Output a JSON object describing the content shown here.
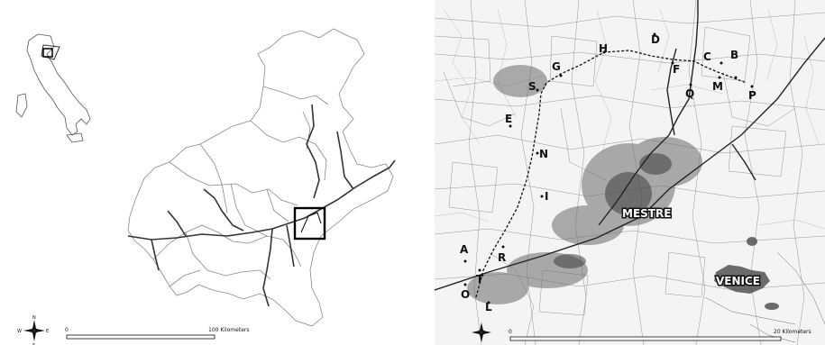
{
  "overview_map": {
    "scale_start": "0",
    "scale_end": "100 Kilometers"
  },
  "detail_map": {
    "city_labels": [
      "MESTRE",
      "VENICE"
    ],
    "site_labels": [
      "A",
      "B",
      "C",
      "D",
      "E",
      "F",
      "G",
      "H",
      "I",
      "L",
      "M",
      "N",
      "O",
      "P",
      "Q",
      "R",
      "S",
      "T"
    ],
    "scale_start": "0",
    "scale_end": "20 Kilometers"
  },
  "compass": {
    "north": "N",
    "south": "S",
    "east": "E",
    "west": "W"
  }
}
